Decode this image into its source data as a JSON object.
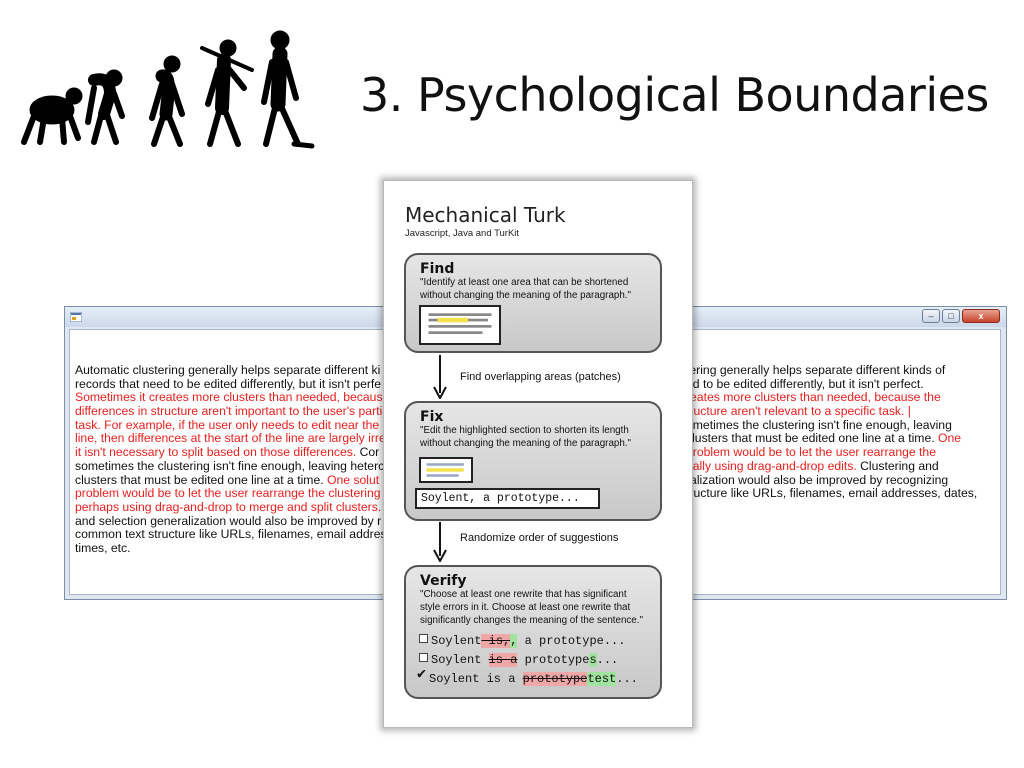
{
  "slide": {
    "title": "3. Psychological Boundaries"
  },
  "left_window": {
    "lines": [
      [
        {
          "text": "Automatic clustering generally helps separate different ki",
          "red": false
        }
      ],
      [
        {
          "text": "records that need to be edited differently, but it isn't perfe",
          "red": false
        }
      ],
      [
        {
          "text": "Sometimes it creates more clusters than needed, becaus",
          "red": true
        }
      ],
      [
        {
          "text": "differences in structure aren't important to the user's parti",
          "red": true
        }
      ],
      [
        {
          "text": "task.  For example, if the user only needs to edit near the",
          "red": true
        }
      ],
      [
        {
          "text": "line, then differences at the start of the line are largely irre",
          "red": true
        }
      ],
      [
        {
          "text": "it isn't necessary to split based on those differences.",
          "red": true
        },
        {
          "text": "  Cor",
          "red": false
        }
      ],
      [
        {
          "text": "sometimes the clustering isn't fine enough, leaving heterc",
          "red": false
        }
      ],
      [
        {
          "text": "clusters that must be edited one line at a time.  ",
          "red": false
        },
        {
          "text": "One solut",
          "red": true
        }
      ],
      [
        {
          "text": "problem would be to let the user rearrange the clustering",
          "red": true
        }
      ],
      [
        {
          "text": "perhaps using drag-and-drop to merge and split clusters.",
          "red": true
        }
      ],
      [
        {
          "text": "and selection generalization would also be improved by r",
          "red": false
        }
      ],
      [
        {
          "text": "common text structure like URLs, filenames, email addres",
          "red": false
        }
      ],
      [
        {
          "text": "times, etc.",
          "red": false
        }
      ]
    ]
  },
  "right_window": {
    "controls": {
      "minimize": "–",
      "maximize": "□",
      "close": "x"
    },
    "lines": [
      [
        {
          "text": "tering generally helps separate different kinds of",
          "red": false
        }
      ],
      [
        {
          "text": "ed to be edited differently, but it isn't perfect.",
          "red": false
        }
      ],
      [
        {
          "text": "reates more clusters than needed, because the",
          "red": true
        }
      ],
      [
        {
          "text": "tructure aren't relevant to a specific task.  |",
          "red": true
        }
      ],
      [
        {
          "text": "ometimes the clustering isn't fine enough, leaving",
          "red": false
        }
      ],
      [
        {
          "text": " clusters that must be edited one line at a time.  ",
          "red": false
        },
        {
          "text": "One",
          "red": true
        }
      ],
      [
        {
          "text": "problem would be to let the user rearrange the",
          "red": true
        }
      ],
      [
        {
          "text": "ually using drag-and-drop edits.",
          "red": true
        },
        {
          "text": "  Clustering and",
          "red": false
        }
      ],
      [
        {
          "text": "ralization would also be improved by recognizing",
          "red": false
        }
      ],
      [
        {
          "text": "tructure like URLs, filenames, email addresses, dates,",
          "red": false
        }
      ]
    ]
  },
  "card": {
    "title": "Mechanical Turk",
    "subtitle": "Javascript, Java and TurKit",
    "find": {
      "title": "Find",
      "desc": [
        "\"Identify at least one area that can be shortened",
        "without changing the meaning of the paragraph.\""
      ]
    },
    "step1": "Find overlapping areas (patches)",
    "fix": {
      "title": "Fix",
      "desc": [
        "\"Edit the highlighted section to shorten its length",
        "without changing the meaning of the paragraph.\""
      ],
      "input_value": "Soylent, a prototype..."
    },
    "step2": "Randomize order of suggestions",
    "verify": {
      "title": "Verify",
      "desc": [
        "\"Choose at least one rewrite that has significant",
        "style errors in it. Choose at least one rewrite that",
        "significantly changes the meaning of the sentence.\""
      ],
      "options": [
        {
          "checked": false,
          "parts": [
            {
              "t": "Soylent",
              "k": ""
            },
            {
              "t": " is,",
              "k": "del"
            },
            {
              "t": ",",
              "k": "ins"
            },
            {
              "t": " a prototype...",
              "k": ""
            }
          ]
        },
        {
          "checked": false,
          "parts": [
            {
              "t": "Soylent ",
              "k": ""
            },
            {
              "t": "is a",
              "k": "del"
            },
            {
              "t": " prototype",
              "k": ""
            },
            {
              "t": "s",
              "k": "ins"
            },
            {
              "t": "...",
              "k": ""
            }
          ]
        },
        {
          "checked": true,
          "parts": [
            {
              "t": "Soylent is a ",
              "k": ""
            },
            {
              "t": "prototype",
              "k": "del"
            },
            {
              "t": "test",
              "k": "ins"
            },
            {
              "t": "...",
              "k": ""
            }
          ]
        }
      ]
    }
  },
  "colors": {
    "highlight_red": "#e8201e",
    "deleted": "#f0a7a7",
    "inserted": "#9fe39f"
  },
  "icons": [
    "evolution-silhouettes",
    "app-icon",
    "down-arrow-icon",
    "checkmark-icon"
  ]
}
